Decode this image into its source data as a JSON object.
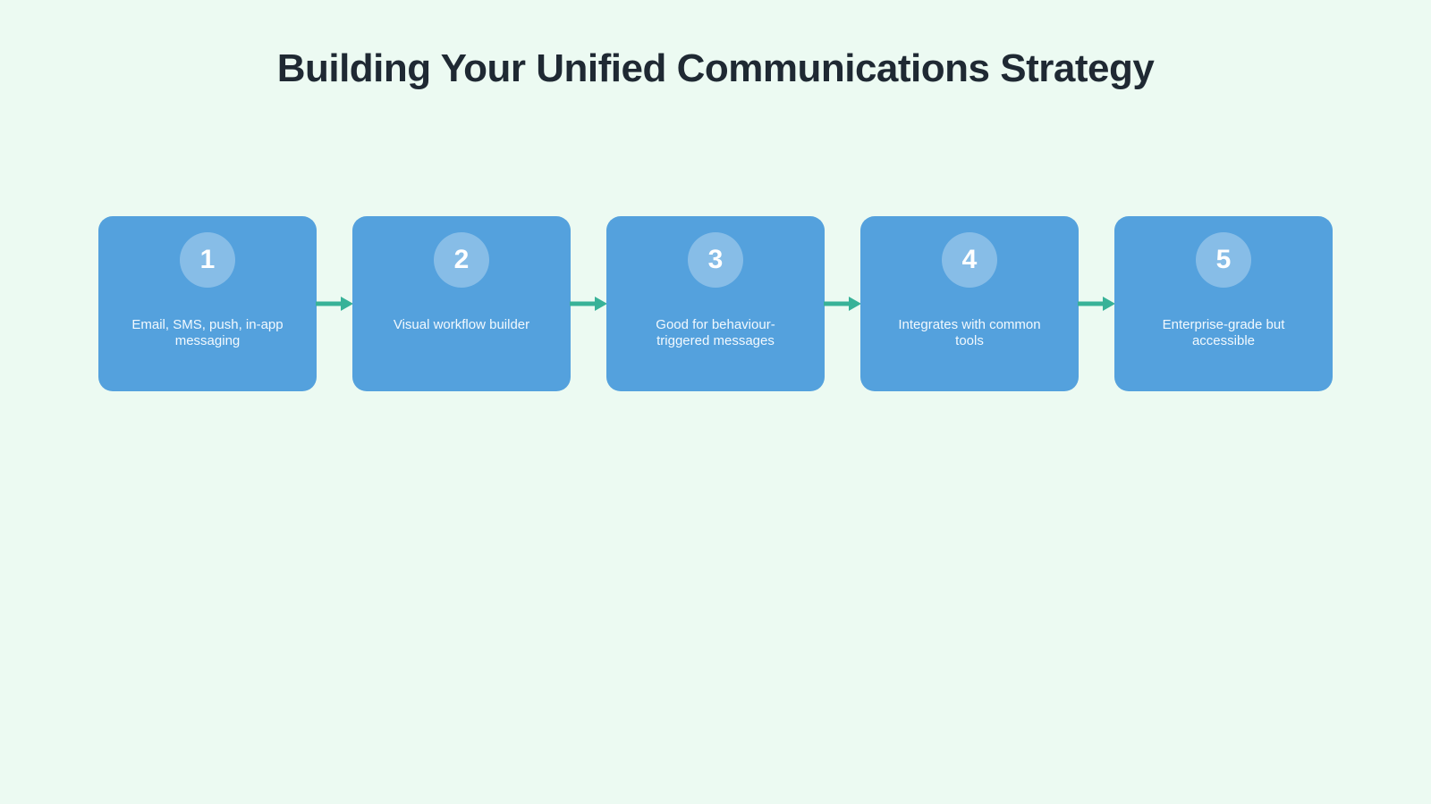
{
  "page": {
    "title": "Building Your Unified Communications Strategy"
  },
  "colors": {
    "background": "#ecfaf2",
    "card": "#54a1dd",
    "badge": "rgba(255,255,255,0.30)",
    "arrow": "#38b298",
    "title": "#1f2933",
    "card_text": "#f2f9fe"
  },
  "steps": [
    {
      "number": "1",
      "label": "Email, SMS, push, in-app messaging"
    },
    {
      "number": "2",
      "label": "Visual workflow builder"
    },
    {
      "number": "3",
      "label": "Good for behaviour-triggered messages"
    },
    {
      "number": "4",
      "label": "Integrates with common tools"
    },
    {
      "number": "5",
      "label": "Enterprise-grade but accessible"
    }
  ]
}
